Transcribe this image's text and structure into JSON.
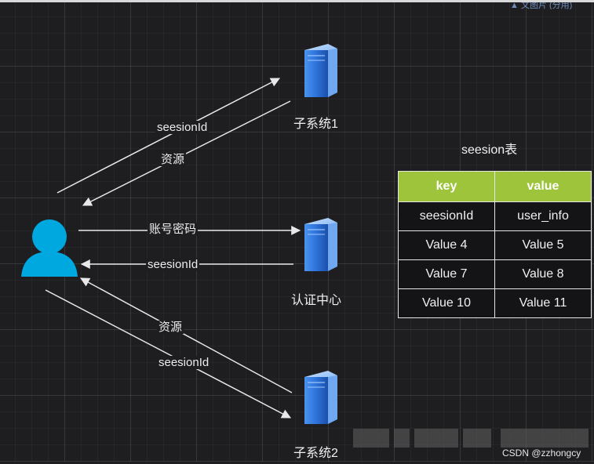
{
  "top_fragment": "▲ 文图片 (分用)",
  "nodes": {
    "subsystem1": "子系统1",
    "auth_center": "认证中心",
    "subsystem2": "子系统2"
  },
  "edges": {
    "sub1_request": "seesionId",
    "sub1_response": "资源",
    "auth_request": "账号密码",
    "auth_response": "seesionId",
    "sub2_response": "资源",
    "sub2_request": "seesionId"
  },
  "icons": {
    "user": "user-icon",
    "server": "server-icon"
  },
  "colors": {
    "user": "#00a8e0",
    "server": "#2f7ee8",
    "table_header": "#9dc43a",
    "arrow": "#e8e8e8"
  },
  "table": {
    "title": "seesion表",
    "headers": [
      "key",
      "value"
    ],
    "rows": [
      [
        "seesionId",
        "user_info"
      ],
      [
        "Value 4",
        "Value 5"
      ],
      [
        "Value 7",
        "Value 8"
      ],
      [
        "Value 10",
        "Value 11"
      ]
    ]
  },
  "watermark": "CSDN @zzhongcy"
}
